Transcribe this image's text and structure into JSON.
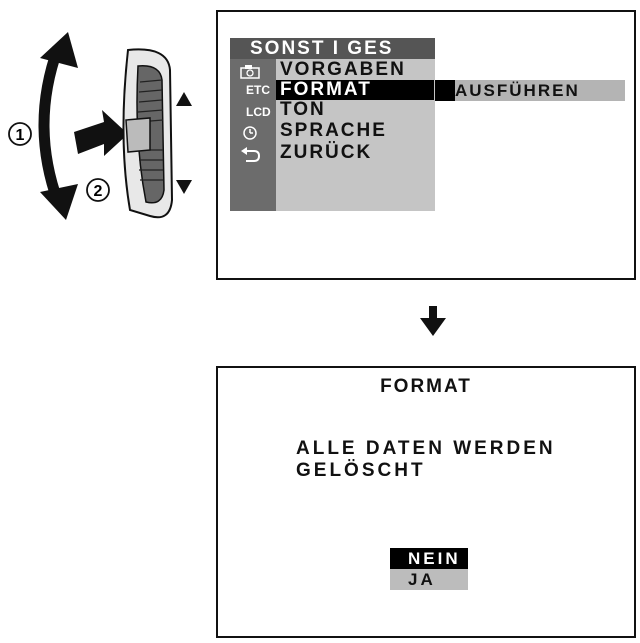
{
  "menu_screen": {
    "title": "SONST I GES",
    "icons": [
      "camera-icon",
      "ETC",
      "LCD",
      "clock-icon",
      "return-icon"
    ],
    "icon_labels": {
      "etc": "ETC",
      "lcd": "LCD"
    },
    "items": [
      {
        "label": "VORGABEN"
      },
      {
        "label": "FORMAT"
      },
      {
        "label": "TON"
      },
      {
        "label": "SPRACHE"
      },
      {
        "label": "ZURÜCK"
      }
    ],
    "selected_index": 1,
    "submenu_value": "AUSFÜHREN"
  },
  "dial": {
    "step1": "1",
    "step2": "2"
  },
  "format_screen": {
    "title": "FORMAT",
    "warning_line1": "ALLE DATEN WERDEN",
    "warning_line2": "GELÖSCHT",
    "options": [
      {
        "label": "NEIN"
      },
      {
        "label": "JA"
      }
    ],
    "selected_index": 0
  },
  "colors": {
    "panel_dark": "#555555",
    "panel_mid": "#6c6c6c",
    "panel_light": "#c5c5c5",
    "highlight": "#000000"
  }
}
